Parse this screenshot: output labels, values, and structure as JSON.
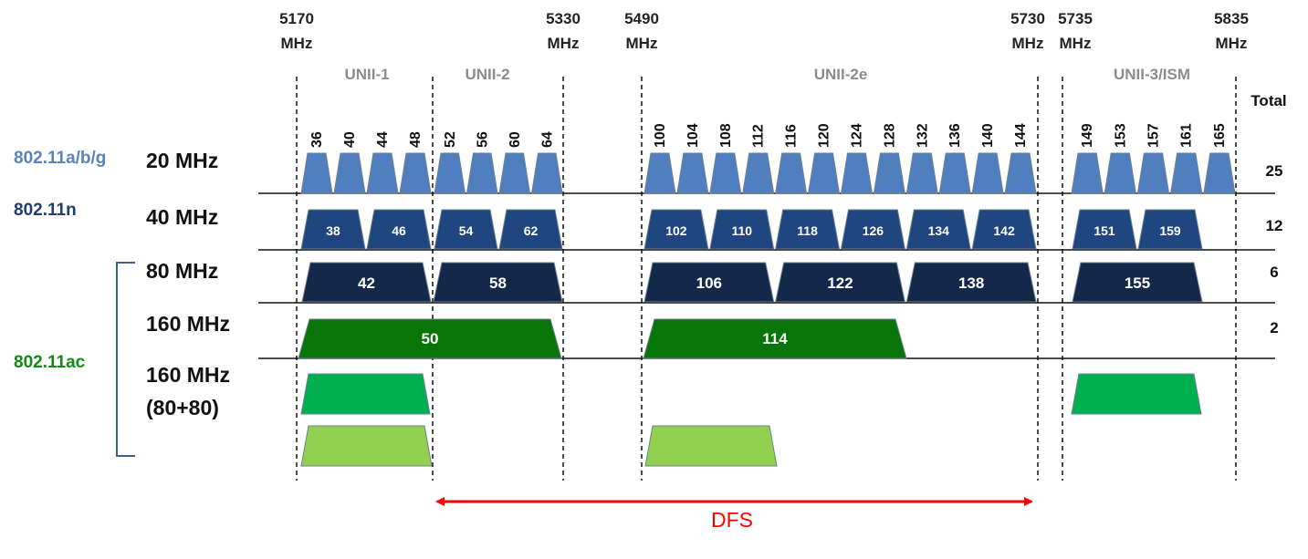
{
  "frequencies": [
    {
      "value": "5170",
      "unit": "MHz"
    },
    {
      "value": "5330",
      "unit": "MHz"
    },
    {
      "value": "5490",
      "unit": "MHz"
    },
    {
      "value": "5730",
      "unit": "MHz"
    },
    {
      "value": "5735",
      "unit": "MHz"
    },
    {
      "value": "5835",
      "unit": "MHz"
    }
  ],
  "bands": [
    "UNII-1",
    "UNII-2",
    "UNII-2e",
    "UNII-3/ISM"
  ],
  "total_header": "Total",
  "standards": [
    {
      "label": "802.11a/b/g",
      "color": "#5a82bc"
    },
    {
      "label": "802.11n",
      "color": "#1f3f72"
    },
    {
      "label": "802.11ac",
      "color": "#138a13"
    }
  ],
  "rows": [
    {
      "label": "20 MHz",
      "total": "25",
      "color": "#4f7fbf",
      "channels": [
        "36",
        "40",
        "44",
        "48",
        "52",
        "56",
        "60",
        "64",
        "100",
        "104",
        "108",
        "112",
        "116",
        "120",
        "124",
        "128",
        "132",
        "136",
        "140",
        "144",
        "149",
        "153",
        "157",
        "161",
        "165"
      ]
    },
    {
      "label": "40 MHz",
      "total": "12",
      "color": "#1f467f",
      "channels": [
        "38",
        "46",
        "54",
        "62",
        "102",
        "110",
        "118",
        "126",
        "134",
        "142",
        "151",
        "159"
      ]
    },
    {
      "label": "80 MHz",
      "total": "6",
      "color": "#14284a",
      "channels": [
        "42",
        "58",
        "106",
        "122",
        "138",
        "155"
      ]
    },
    {
      "label": "160 MHz",
      "total": "2",
      "color": "#087508",
      "channels": [
        "50",
        "114"
      ]
    },
    {
      "label": "160 MHz",
      "sublabel": "(80+80)",
      "total": "",
      "colors": [
        "#00b050",
        "#92d050"
      ]
    }
  ],
  "dfs": {
    "label": "DFS",
    "color": "#ff0000"
  }
}
